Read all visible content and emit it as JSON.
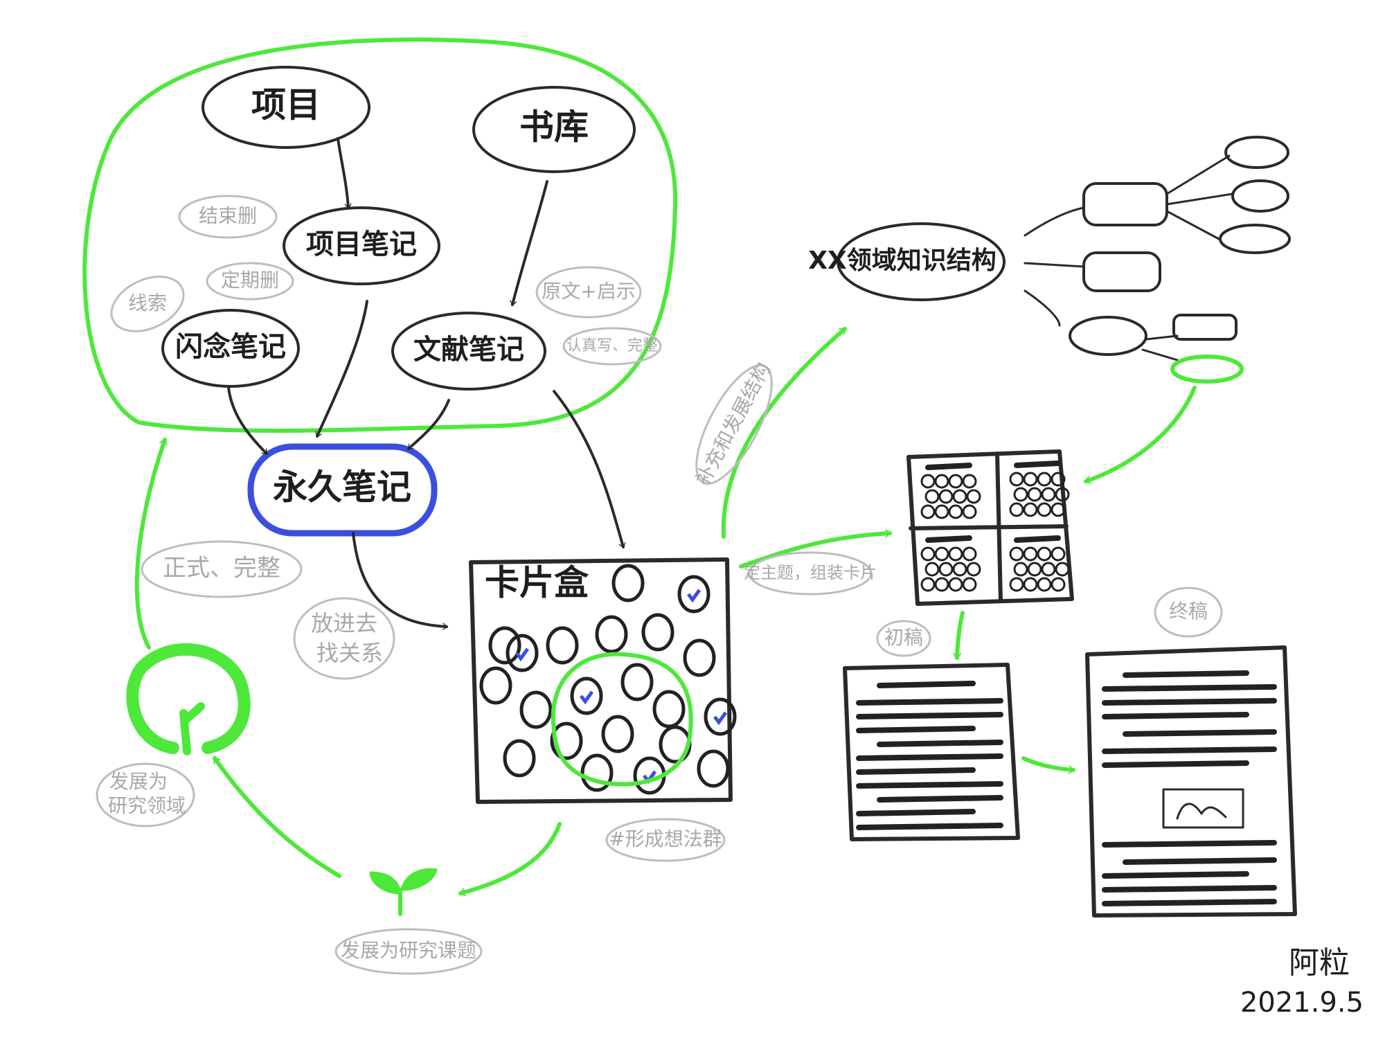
{
  "nodes": {
    "project": "项目",
    "library": "书库",
    "project_notes": "项目笔记",
    "fleeting_notes": "闪念笔记",
    "literature_notes": "文献笔记",
    "permanent_notes": "永久笔记",
    "card_box": "卡片盒",
    "domain_structure": "XX领域知识结构"
  },
  "annotations": {
    "delete_when_done": "结束删",
    "delete_periodically": "定期删",
    "clue": "线索",
    "original_plus_insight": "原文+启示",
    "write_carefully": "认真写、完整",
    "formal_complete": "正式、完整",
    "put_in_find_relations_line1": "放进去",
    "put_in_find_relations_line2": "找关系",
    "form_idea_cluster": "#形成想法群",
    "develop_research_topic": "发展为研究课题",
    "develop_research_field_line1": "发展为",
    "develop_research_field_line2": "研究领域",
    "supplement_structure": "补充和发展结构",
    "set_theme_assemble": "定主题，组装卡片",
    "first_draft": "初稿",
    "final_draft": "终稿"
  },
  "signature": {
    "author": "阿粒",
    "date": "2021.9.5"
  },
  "colors": {
    "ink": "#2a2a2a",
    "green": "#4de83a",
    "blue": "#3a4fe0",
    "gray": "#bdbdbd"
  }
}
